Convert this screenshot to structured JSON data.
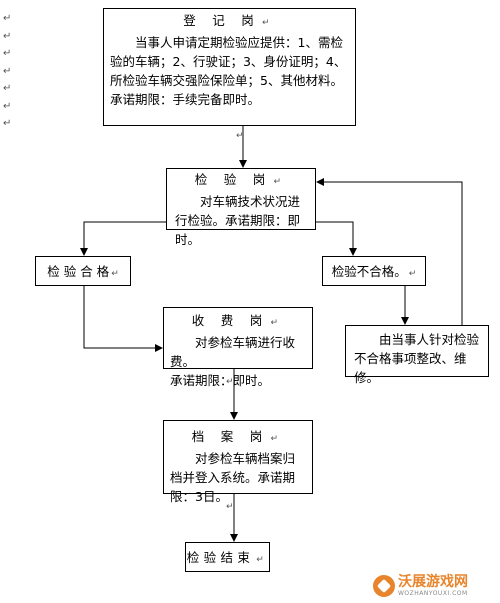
{
  "margin_marks": [
    "↵",
    "↵",
    "↵",
    "↵",
    "↵",
    "↵",
    "↵"
  ],
  "return_mark": "↵",
  "register": {
    "title": "登 记 岗",
    "body": "当事人申请定期检验应提供：1、需检验的车辆；2、行驶证；3、身份证明；4、所检验车辆交强险保险单；5、其他材料。承诺期限：手续完备即时。"
  },
  "inspect": {
    "title": "检 验 岗",
    "body": "对车辆技术状况进行检验。承诺期限：即时。"
  },
  "pass": {
    "label": "检 验 合 格"
  },
  "fail": {
    "label": "检验不合格。"
  },
  "fee": {
    "title": "收 费 岗",
    "body": "对参检车辆进行收费。",
    "promise": "承诺期限：即时。"
  },
  "rectify": {
    "body": "由当事人针对检验不合格事项整改、维修。"
  },
  "archive": {
    "title": "档 案 岗",
    "body": "对参检车辆档案归档并登入系统。承诺期限：3日。"
  },
  "end": {
    "label": "检验结束"
  },
  "watermark": {
    "name": "沃展游戏网",
    "domain": "WOZHANYOUXI.COM"
  },
  "colors": {
    "lines": "#000000",
    "watermark": "#e8852c"
  }
}
